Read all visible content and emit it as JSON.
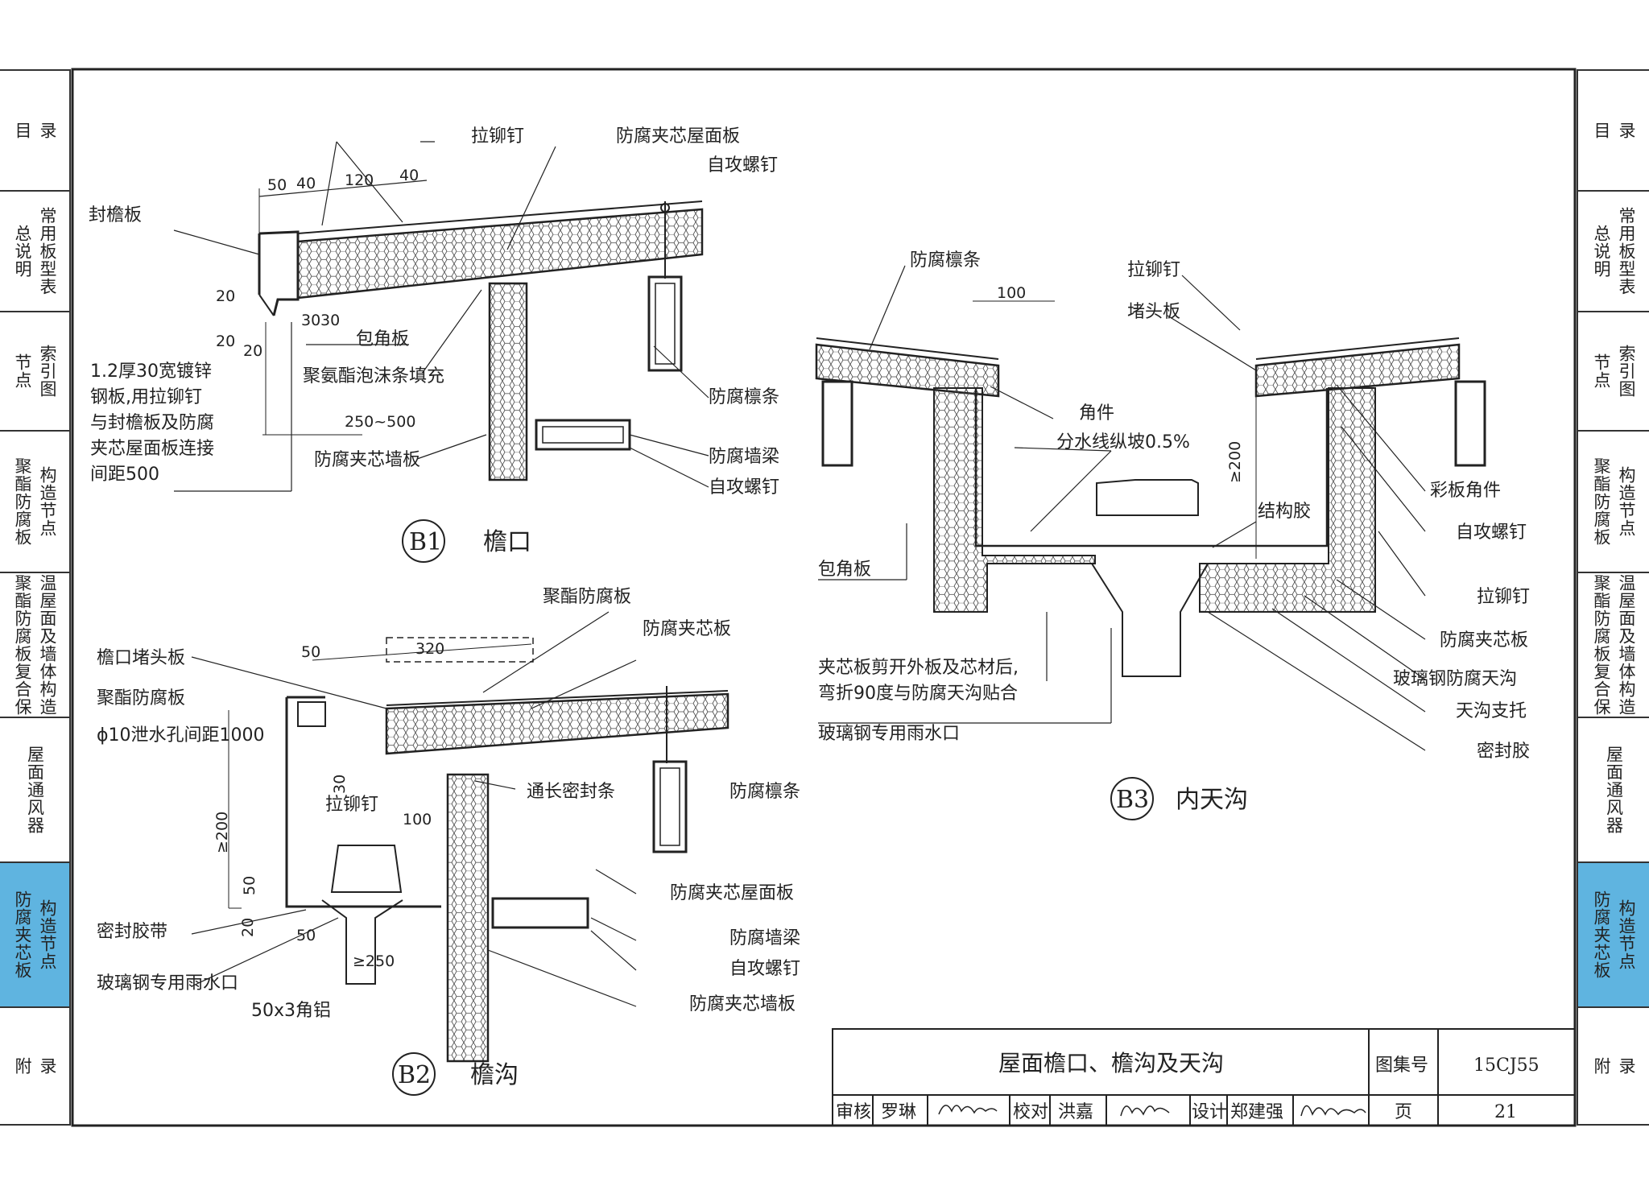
{
  "sidebar_left": [
    {
      "col1": "目",
      "col2": "录",
      "active": false
    },
    {
      "col1": "总说明",
      "col2": "常用板型表",
      "active": false
    },
    {
      "col1": "节点",
      "col2": "索引图",
      "active": false
    },
    {
      "col1": "聚酯防腐板",
      "col2": "构造节点",
      "active": false
    },
    {
      "col1": "聚酯防腐板复合保",
      "col2": "温屋面及墙体构造",
      "active": false
    },
    {
      "col1": "屋面通风器",
      "col2": "",
      "active": false
    },
    {
      "col1": "防腐夹芯板",
      "col2": "构造节点",
      "active": true
    },
    {
      "col1": "附",
      "col2": "录",
      "active": false
    }
  ],
  "sidebar_right": [
    {
      "col1": "目",
      "col2": "录",
      "active": false
    },
    {
      "col1": "总说明",
      "col2": "常用板型表",
      "active": false
    },
    {
      "col1": "节点",
      "col2": "索引图",
      "active": false
    },
    {
      "col1": "聚酯防腐板",
      "col2": "构造节点",
      "active": false
    },
    {
      "col1": "聚酯防腐板复合保",
      "col2": "温屋面及墙体构造",
      "active": false
    },
    {
      "col1": "屋面通风器",
      "col2": "",
      "active": false
    },
    {
      "col1": "防腐夹芯板",
      "col2": "构造节点",
      "active": true
    },
    {
      "col1": "附",
      "col2": "录",
      "active": false
    }
  ],
  "b1": {
    "id": "B1",
    "title": "檐口",
    "labels": {
      "rivet": "拉铆钉",
      "roof_panel": "防腐夹芯屋面板",
      "screw": "自攻螺钉",
      "fascia": "封檐板",
      "corner": "包角板",
      "pu_fill": "聚氨酯泡沫条填充",
      "purlin": "防腐檩条",
      "wall_panel": "防腐夹芯墙板",
      "wall_beam": "防腐墙梁",
      "screw2": "自攻螺钉",
      "note_1": "1.2厚30宽镀锌",
      "note_2": "钢板,用拉铆钉",
      "note_3": "与封檐板及防腐",
      "note_4": "夹芯屋面板连接",
      "note_5": "间距500"
    },
    "dims": {
      "d50": "50",
      "d40a": "40",
      "d120": "120",
      "d40b": "40",
      "d20a": "20",
      "d20b": "20",
      "d20c": "20",
      "d30a": "30",
      "d30b": "30",
      "d250": "250~500"
    }
  },
  "b2": {
    "id": "B2",
    "title": "檐沟",
    "labels": {
      "polyester": "聚酯防腐板",
      "sandwich": "防腐夹芯板",
      "end_plug": "檐口堵头板",
      "polyester2": "聚酯防腐板",
      "drain_hole": "ϕ10泄水孔间距1000",
      "rivet": "拉铆钉",
      "seal_strip": "通长密封条",
      "purlin": "防腐檩条",
      "roof_panel": "防腐夹芯屋面板",
      "sealant_tape": "密封胶带",
      "wall_beam": "防腐墙梁",
      "screw": "自攻螺钉",
      "frp_outlet": "玻璃钢专用雨水口",
      "angle": "50x3角铝",
      "wall_panel": "防腐夹芯墙板"
    },
    "dims": {
      "d50": "50",
      "d320": "320",
      "d30": "30",
      "d100": "100",
      "d200": "≥200",
      "d50b": "50",
      "d20": "20",
      "d50c": "50",
      "d250": "≥250"
    }
  },
  "b3": {
    "id": "B3",
    "title": "内天沟",
    "labels": {
      "purlin": "防腐檩条",
      "rivet": "拉铆钉",
      "end_plug": "堵头板",
      "angle": "角件",
      "slope": "分水线纵坡0.5%",
      "struct_glue": "结构胶",
      "color_angle": "彩板角件",
      "screw": "自攻螺钉",
      "corner": "包角板",
      "rivet2": "拉铆钉",
      "sandwich": "防腐夹芯板",
      "frp_gutter": "玻璃钢防腐天沟",
      "support": "天沟支托",
      "sealant": "密封胶",
      "note_1": "夹芯板剪开外板及芯材后,",
      "note_2": "弯折90度与防腐天沟贴合",
      "frp_outlet": "玻璃钢专用雨水口"
    },
    "dims": {
      "d100": "100",
      "d200": "≥200"
    }
  },
  "title_block": {
    "title": "屋面檐口、檐沟及天沟",
    "atlas_label": "图集号",
    "atlas_no": "15CJ55",
    "review_label": "审核",
    "reviewer": "罗琳",
    "check_label": "校对",
    "checker": "洪嘉",
    "design_label": "设计",
    "designer": "郑建强",
    "page_label": "页",
    "page_no": "21"
  },
  "colors": {
    "line": "#222222",
    "active_tab": "#5fb4e0"
  }
}
